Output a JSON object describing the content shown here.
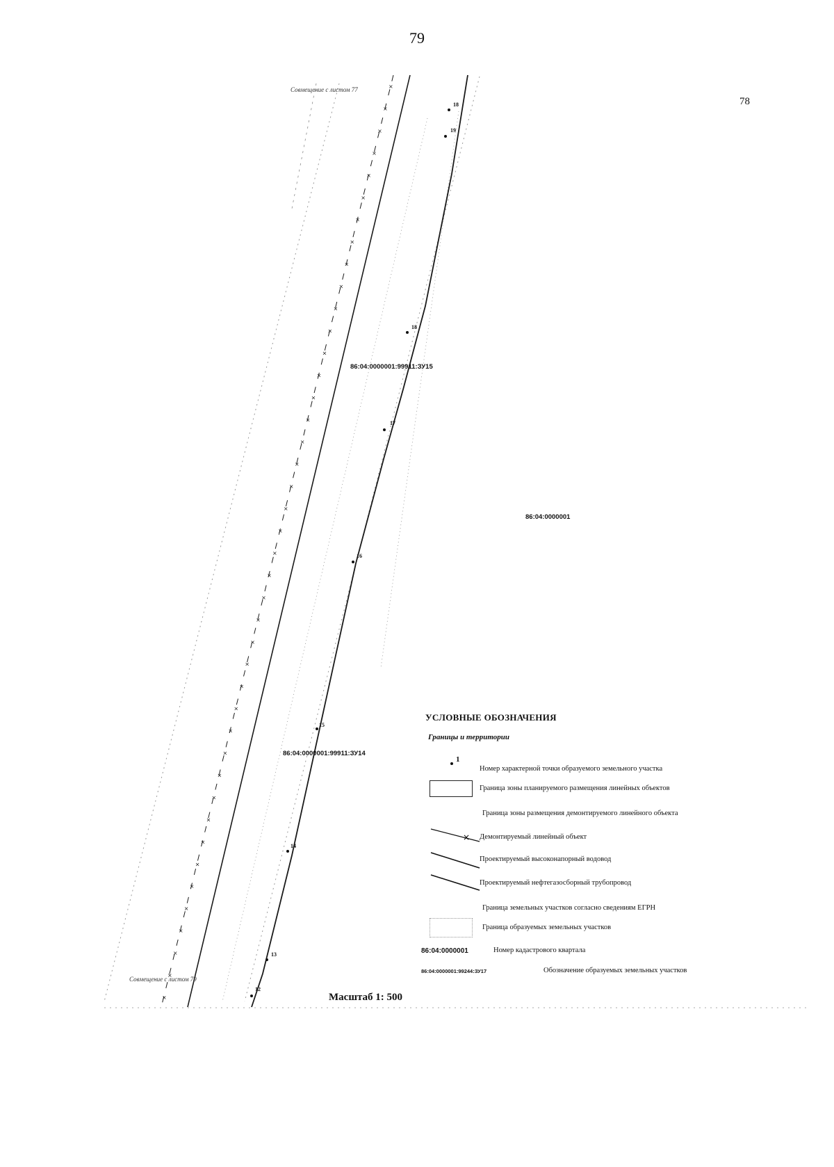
{
  "page_number": "79",
  "previous_sheet_number": "78",
  "sheet_notes": {
    "top": "Совмещение с листом 77",
    "bottom": "Совмещение с листом 79"
  },
  "parcels": [
    "86:04:0000001:99911:ЗУ15",
    "86:04:0000001:99911:ЗУ14"
  ],
  "quarter_label": "86:04:0000001",
  "points": [
    "18",
    "19",
    "18",
    "17",
    "16",
    "15",
    "14",
    "13",
    "12"
  ],
  "scale": "Масштаб 1: 500",
  "legend": {
    "title": "УСЛОВНЫЕ ОБОЗНАЧЕНИЯ",
    "subtitle": "Границы и территории",
    "items": [
      {
        "symbol": "point",
        "label": "Номер характерной точки образуемого земельного участка",
        "sample": "1"
      },
      {
        "symbol": "box",
        "label": "Граница зоны планируемого размещения линейных объектов"
      },
      {
        "symbol": "none",
        "label": "Граница зоны размещения демонтируемого линейного объекта"
      },
      {
        "symbol": "x-line",
        "label": "Демонтируемый линейный объект"
      },
      {
        "symbol": "line",
        "label": "Проектируемый высоконапорный водовод"
      },
      {
        "symbol": "line",
        "label": "Проектируемый нефтегазосборный трубопровод"
      },
      {
        "symbol": "none",
        "label": "Граница земельных участков согласно сведениям ЕГРН"
      },
      {
        "symbol": "dotted-box",
        "label": "Граница образуемых земельных участков"
      },
      {
        "symbol": "code",
        "label": "Номер кадастрового квартала",
        "sample": "86:04:0000001"
      },
      {
        "symbol": "code",
        "label": "Обозначение образуемых земельных участков",
        "sample": "86:04:0000001:99244:ЗУ17"
      }
    ]
  },
  "colors": {
    "ink": "#111111",
    "line": "#1a1a1a",
    "faint": "#8a8a8a",
    "hatch": "#9a9a9a"
  }
}
